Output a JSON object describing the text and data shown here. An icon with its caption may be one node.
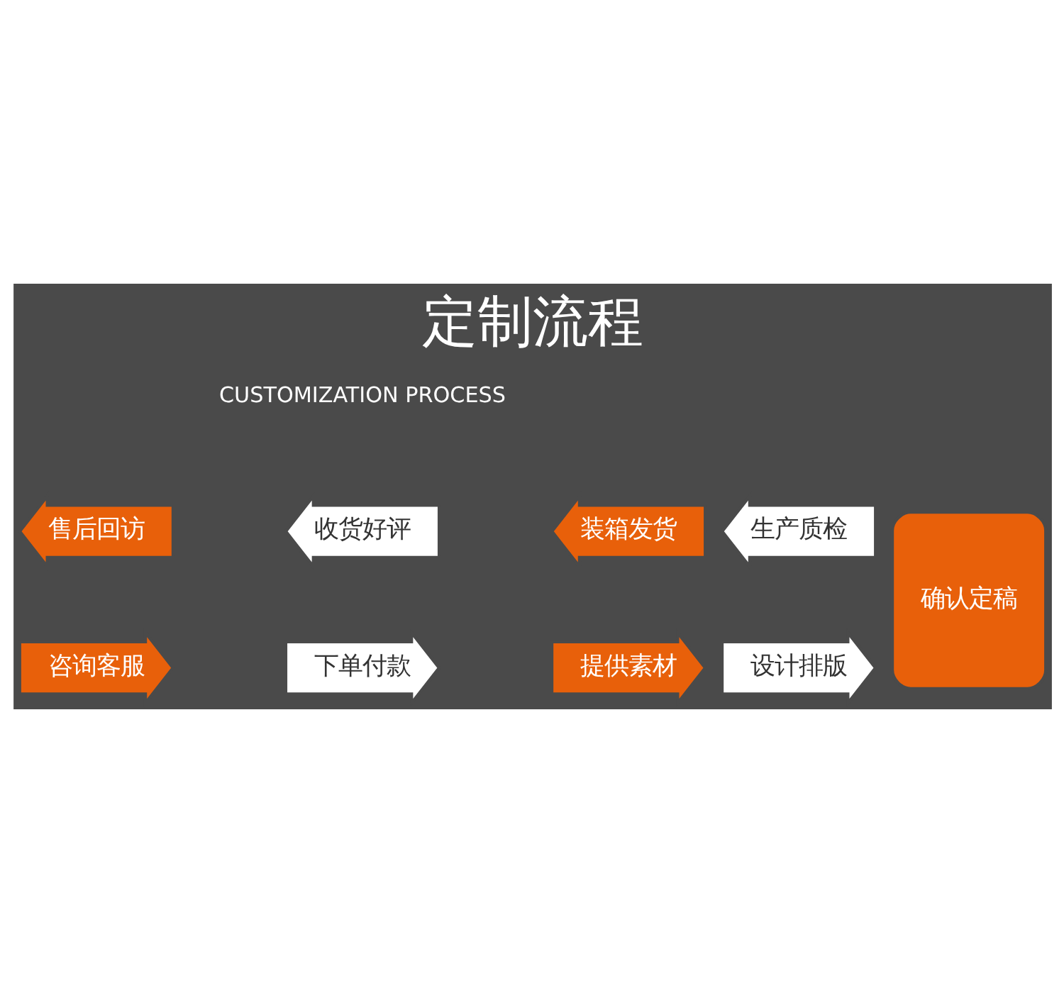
{
  "diagram": {
    "title": "定制流程",
    "nodes": [
      {
        "text": [
          "咨询客服"
        ]
      },
      {
        "text": [
          "下单付款"
        ]
      },
      {
        "text": [
          "提供素材"
        ]
      },
      {
        "text": [
          "设计排版"
        ]
      },
      {
        "text": [
          "确认定稿"
        ]
      },
      {
        "text": [
          "生产质检"
        ]
      },
      {
        "text": [
          "装箱发货"
        ]
      },
      {
        "text": [
          "收货好评"
        ]
      },
      {
        "text": [
          "售后回访"
        ]
      }
    ],
    "labels": [
      "CUSTOMIZATION PROCESS"
    ]
  }
}
